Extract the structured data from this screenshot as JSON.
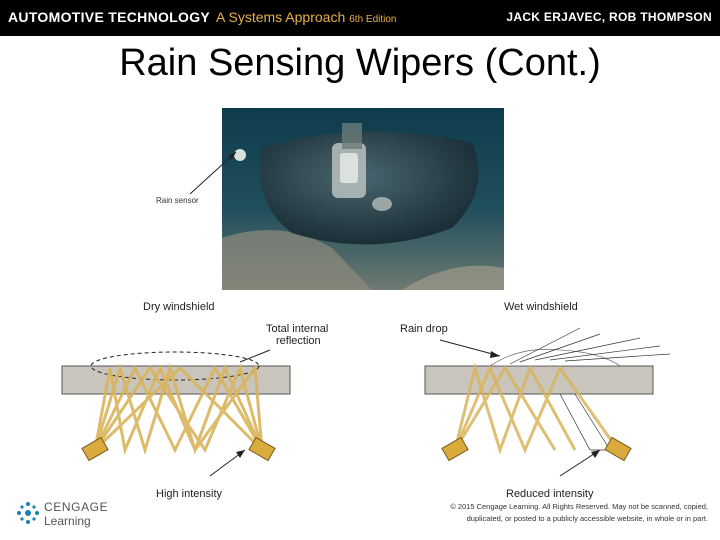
{
  "header": {
    "series": "AUTOMOTIVE TECHNOLOGY",
    "subtitle": "A Systems Approach",
    "edition": "6th Edition",
    "authors": "JACK ERJAVEC, ROB THOMPSON"
  },
  "slide": {
    "title": "Rain Sensing Wipers (Cont.)"
  },
  "photo": {
    "label": "Rain sensor"
  },
  "diagram": {
    "dry_label": "Dry windshield",
    "wet_label": "Wet windshield",
    "reflection_label_line1": "Total internal",
    "reflection_label_line2": "reflection",
    "raindrop_label": "Rain drop",
    "high_label": "High intensity",
    "reduced_label": "Reduced intensity"
  },
  "footer": {
    "brand": "CENGAGE",
    "brand_sub": "Learning",
    "copyright_line1": "© 2015 Cengage Learning. All Rights Reserved. May not be scanned, copied,",
    "copyright_line2": "duplicated, or posted to a publicly accessible website, in whole or in part."
  },
  "colors": {
    "banner_bg": "#000000",
    "banner_accent": "#e8b04a",
    "glass": "#c9c5bd",
    "light_path": "#d9b45c",
    "sensor": "#d9aa3c"
  }
}
